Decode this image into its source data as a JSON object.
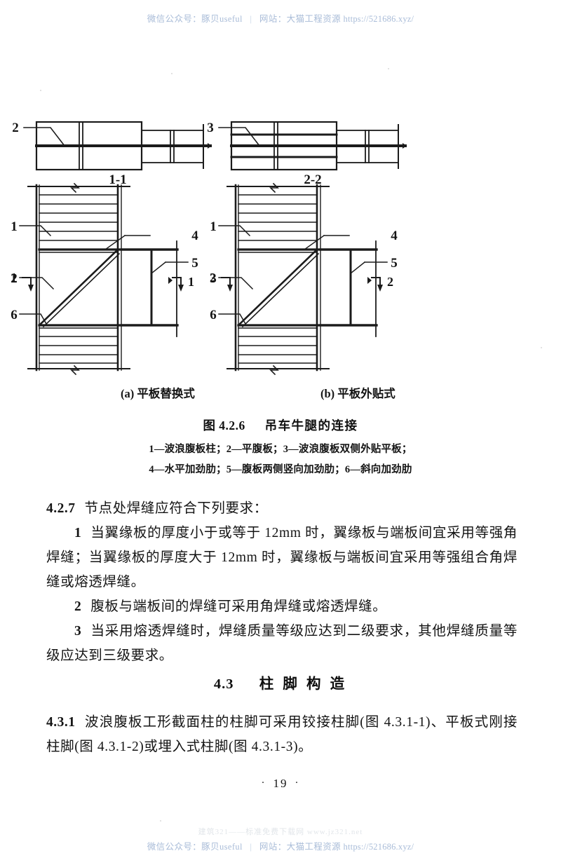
{
  "watermark": {
    "prefix": "微信公众号：豚贝useful",
    "separator": "|",
    "site_label": "网站：大猫工程资源",
    "url": "https://521686.xyz/",
    "ghost": "建筑321——标准免费下载网    www.jz321.net"
  },
  "figure": {
    "section_top_left_label": "1-1",
    "section_top_right_label": "2-2",
    "top_left_leader": "2",
    "top_right_leader": "3",
    "left_elevation_leaders": [
      "1",
      "2",
      "6",
      "4",
      "5"
    ],
    "right_elevation_leaders": [
      "1",
      "3",
      "6",
      "4",
      "5"
    ],
    "left_section_marker": "1",
    "right_section_marker": "2",
    "subcaption_a": "(a) 平板替换式",
    "subcaption_b": "(b) 平板外贴式",
    "caption_number": "图 4.2.6",
    "caption_title": "吊车牛腿的连接",
    "legend_line_1": "1—波浪腹板柱；2—平腹板；3—波浪腹板双侧外贴平板；",
    "legend_line_2": "4—水平加劲肋；5—腹板两侧竖向加劲肋；6—斜向加劲肋"
  },
  "clause_427": {
    "number": "4.2.7",
    "intro": "节点处焊缝应符合下列要求：",
    "items": [
      {
        "num": "1",
        "text": "当翼缘板的厚度小于或等于 12mm 时，翼缘板与端板间宜采用等强角焊缝；当翼缘板的厚度大于 12mm 时，翼缘板与端板间宜采用等强组合角焊缝或熔透焊缝。"
      },
      {
        "num": "2",
        "text": "腹板与端板间的焊缝可采用角焊缝或熔透焊缝。"
      },
      {
        "num": "3",
        "text": "当采用熔透焊缝时，焊缝质量等级应达到二级要求，其他焊缝质量等级应达到三级要求。"
      }
    ]
  },
  "section_43": {
    "number": "4.3",
    "title": "柱 脚 构 造"
  },
  "clause_431": {
    "number": "4.3.1",
    "text": "波浪腹板工形截面柱的柱脚可采用铰接柱脚(图 4.3.1-1)、平板式刚接柱脚(图 4.3.1-2)或埋入式柱脚(图 4.3.1-3)。"
  },
  "page_number": "19",
  "page_dot": "·",
  "colors": {
    "ink": "#141414",
    "watermark_blue": "#a9bcd8",
    "paper": "#ffffff"
  }
}
